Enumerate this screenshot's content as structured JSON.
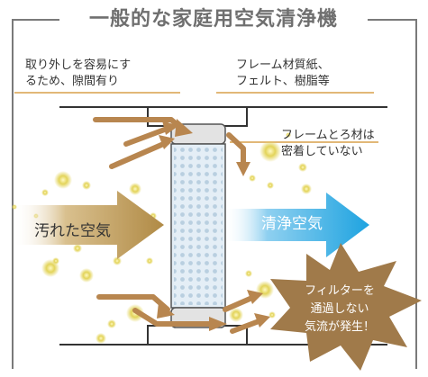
{
  "title": "一般的な家庭用空気清浄機",
  "labels": {
    "gap": [
      "取り外しを容易にす",
      "るため、隙間有り"
    ],
    "frame_material": [
      "フレーム材質紙、",
      "フェルト、樹脂等"
    ],
    "filter_seal": [
      "フレームとろ材は",
      "密着していない"
    ]
  },
  "arrows": {
    "dirty_air": "汚れた空気",
    "clean_air": "清浄空気"
  },
  "warning": [
    "フィルターを",
    "通過しない",
    "気流が発生！"
  ],
  "colors": {
    "frame_line": "#7a7a7a",
    "dirty_arrow": "#b8914e",
    "clean_arrow": "#29a8e0",
    "bypass_arrow": "#b8864f",
    "burst": "#a07a4a",
    "dust": "#d7c850",
    "filter_fill": "#d9e7f2",
    "cap_fill": "#e3e3e3"
  }
}
